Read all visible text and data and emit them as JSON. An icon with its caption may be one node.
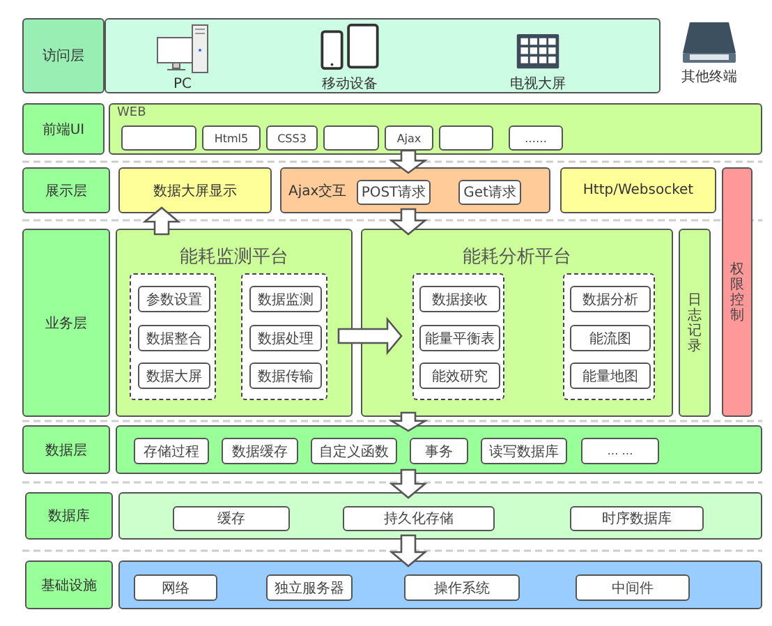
{
  "diagram": {
    "nodes": [
      {
        "text": [
          "访问层"
        ]
      },
      {
        "text": [],
        "shape": "box"
      },
      {
        "text": [
          "PC"
        ],
        "in": 1
      },
      {
        "text": [
          "移动设备"
        ],
        "in": 1
      },
      {
        "text": [
          "电视大屏"
        ],
        "in": 1
      },
      {
        "text": [
          "其他终端"
        ]
      },
      {
        "text": [
          "前端UI"
        ]
      },
      {
        "text": [
          "WEB"
        ]
      },
      {
        "text": [],
        "shape": "box",
        "in": 7
      },
      {
        "text": [
          "Html5"
        ],
        "in": 7
      },
      {
        "text": [
          "CSS3"
        ],
        "in": 7
      },
      {
        "text": [],
        "shape": "box",
        "in": 7
      },
      {
        "text": [
          "Ajax"
        ],
        "in": 7
      },
      {
        "text": [],
        "shape": "box",
        "in": 7
      },
      {
        "text": [
          "……"
        ],
        "in": 7
      },
      {
        "text": [
          "展示层"
        ]
      },
      {
        "text": [
          "数据大屏显示"
        ]
      },
      {
        "text": [
          "Ajax交互"
        ]
      },
      {
        "text": [
          "POST请求"
        ],
        "in": 17
      },
      {
        "text": [
          "Get请求"
        ],
        "in": 17
      },
      {
        "text": [
          "Http/Websocket"
        ]
      },
      {
        "text": [
          "权限控制"
        ]
      },
      {
        "text": [
          "业务层"
        ]
      },
      {
        "text": [
          "能耗监测平台"
        ]
      },
      {
        "text": [],
        "shape": "box",
        "in": 23
      },
      {
        "text": [
          "参数设置"
        ],
        "in": 24
      },
      {
        "text": [
          "数据整合"
        ],
        "in": 24
      },
      {
        "text": [
          "数据大屏"
        ],
        "in": 24
      },
      {
        "text": [],
        "shape": "box",
        "in": 23
      },
      {
        "text": [
          "数据监测"
        ],
        "in": 28
      },
      {
        "text": [
          "数据处理"
        ],
        "in": 28
      },
      {
        "text": [
          "数据传输"
        ],
        "in": 28
      },
      {
        "text": [
          "能耗分析平台"
        ]
      },
      {
        "text": [],
        "shape": "box",
        "in": 32
      },
      {
        "text": [
          "数据接收"
        ],
        "in": 33
      },
      {
        "text": [
          "能量平衡表"
        ],
        "in": 33
      },
      {
        "text": [
          "能效研究"
        ],
        "in": 33
      },
      {
        "text": [],
        "shape": "box",
        "in": 32
      },
      {
        "text": [
          "数据分析"
        ],
        "in": 37
      },
      {
        "text": [
          "能流图"
        ],
        "in": 37
      },
      {
        "text": [
          "能量地图"
        ],
        "in": 37
      },
      {
        "text": [
          "日志记录"
        ]
      },
      {
        "text": [
          "数据层"
        ]
      },
      {
        "text": [],
        "shape": "box"
      },
      {
        "text": [
          "存储过程"
        ],
        "in": 43
      },
      {
        "text": [
          "数据缓存"
        ],
        "in": 43
      },
      {
        "text": [
          "自定义函数"
        ],
        "in": 43
      },
      {
        "text": [
          "事务"
        ],
        "in": 43
      },
      {
        "text": [
          "读写数据库"
        ],
        "in": 43
      },
      {
        "text": [
          "… …"
        ],
        "in": 43
      },
      {
        "text": [
          "数据库"
        ]
      },
      {
        "text": [],
        "shape": "box"
      },
      {
        "text": [
          "缓存"
        ],
        "in": 51
      },
      {
        "text": [
          "持久化存储"
        ],
        "in": 51
      },
      {
        "text": [
          "时序数据库"
        ],
        "in": 51
      },
      {
        "text": [
          "基础设施"
        ]
      },
      {
        "text": [],
        "shape": "box"
      },
      {
        "text": [
          "网络"
        ],
        "in": 56
      },
      {
        "text": [
          "独立服务器"
        ],
        "in": 56
      },
      {
        "text": [
          "操作系统"
        ],
        "in": 56
      },
      {
        "text": [
          "中间件"
        ],
        "in": 56
      }
    ],
    "edges": [
      {
        "from": 7,
        "to": 17,
        "arrow": "to",
        "style": "thick"
      },
      {
        "from": 23,
        "to": 16,
        "arrow": "to",
        "style": "thick"
      },
      {
        "from": 23,
        "to": 32,
        "arrow": "to",
        "style": "thick"
      },
      {
        "from": 17,
        "to": 32,
        "arrow": "to",
        "style": "thick"
      },
      {
        "from": 32,
        "to": 43,
        "arrow": "to",
        "style": "thick"
      },
      {
        "from": 43,
        "to": 51,
        "arrow": "to",
        "style": "thick"
      },
      {
        "from": 51,
        "to": 56,
        "arrow": "to",
        "style": "thick"
      }
    ]
  }
}
